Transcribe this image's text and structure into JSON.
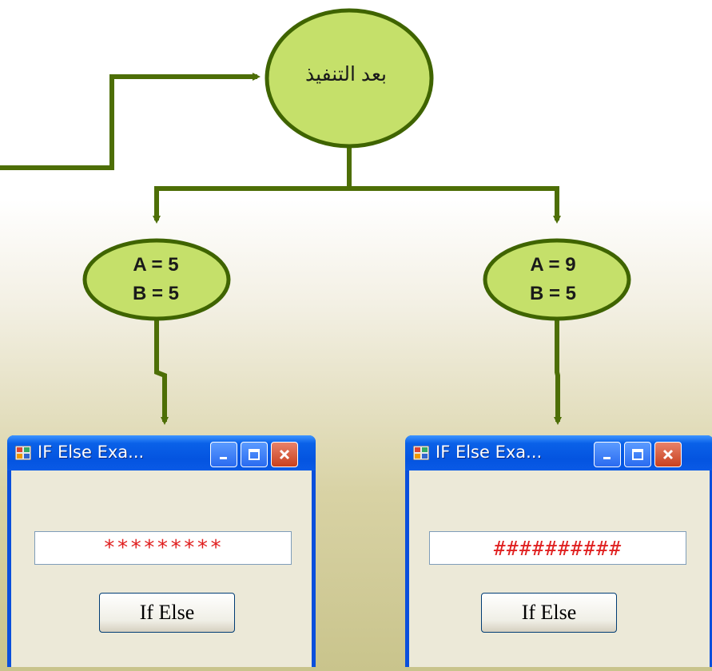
{
  "diagram": {
    "top_node": "بعد التنفيذ",
    "left_node": {
      "line1": "A = 5",
      "line2": "B = 5"
    },
    "right_node": {
      "line1": "A = 9",
      "line2": "B = 5"
    },
    "colors": {
      "node_fill": "#c5e06a",
      "line": "#4d6e06"
    }
  },
  "windows": [
    {
      "title": "IF Else Exa...",
      "textbox_value": "*********",
      "button_label": "If Else"
    },
    {
      "title": "IF Else Exa...",
      "textbox_value": "##########",
      "button_label": "If Else"
    }
  ]
}
